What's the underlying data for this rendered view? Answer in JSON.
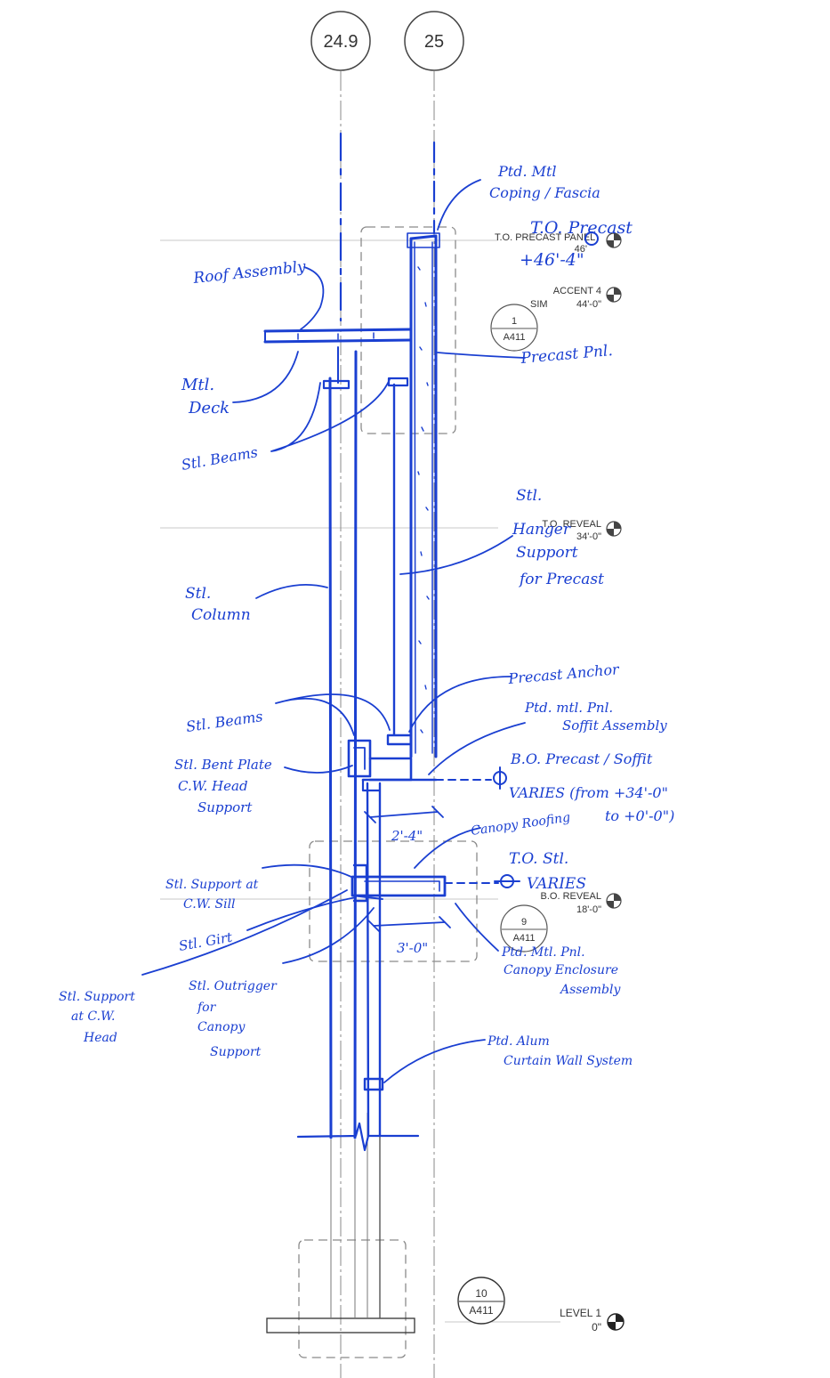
{
  "colors": {
    "ink": "#1a3fd1",
    "cad_text": "#333333",
    "cad_line": "#8a8a8a",
    "faint": "#c9c9c9"
  },
  "gridlines": [
    {
      "label": "24.9"
    },
    {
      "label": "25"
    }
  ],
  "levels": {
    "to_precast": {
      "text": "T.O. PRECAST PANEL",
      "elev": "46'"
    },
    "accent": {
      "text": "ACCENT 4",
      "sim": "SIM",
      "elev": "44'-0\""
    },
    "to_reveal": {
      "text": "T.O. REVEAL",
      "elev": "34'-0\""
    },
    "bo_reveal": {
      "text": "B.O. REVEAL",
      "elev": "18'-0\""
    },
    "level1": {
      "text": "LEVEL 1",
      "elev": "0\""
    }
  },
  "detail_tags": [
    {
      "num": "1",
      "sheet": "A411"
    },
    {
      "num": "9",
      "sheet": "A411"
    },
    {
      "num": "10",
      "sheet": "A411"
    }
  ],
  "annotations": {
    "coping": [
      "Ptd. Mtl",
      "Coping / Fascia"
    ],
    "to_precast": [
      "T.O. Precast",
      "+46'-4\""
    ],
    "roof": [
      "Roof Assembly"
    ],
    "precast_pnl": [
      "Precast Pnl."
    ],
    "deck": [
      "Mtl.",
      "Deck"
    ],
    "beams_top": [
      "Stl. Beams"
    ],
    "hanger": [
      "Stl.",
      "Hanger",
      "Support",
      "for Precast"
    ],
    "column": [
      "Stl.",
      "Column"
    ],
    "precast_anchor": [
      "Precast Anchor"
    ],
    "soffit": [
      "Ptd. mtl. Pnl.",
      "Soffit Assembly"
    ],
    "beams_low": [
      "Stl. Beams"
    ],
    "bent_plate": [
      "Stl. Bent Plate",
      "C.W. Head",
      "Support"
    ],
    "bo_precast": [
      "B.O. Precast / Soffit",
      "VARIES (from +34'-0\"",
      "to +0'-0\")"
    ],
    "dim1": [
      "2'-4\""
    ],
    "canopy_roofing": [
      "Canopy Roofing"
    ],
    "to_stl": [
      "T.O. Stl.",
      "VARIES"
    ],
    "support_sill": [
      "Stl. Support at",
      "C.W. Sill"
    ],
    "girt": [
      "Stl. Girt"
    ],
    "dim2": [
      "3'-0\""
    ],
    "canopy_enclosure": [
      "Ptd. Mtl. Pnl.",
      "Canopy Enclosure",
      "Assembly"
    ],
    "support_head": [
      "Stl. Support",
      "at C.W.",
      "Head"
    ],
    "outrigger": [
      "Stl. Outrigger",
      "for",
      "Canopy",
      "Support"
    ],
    "curtain_wall": [
      "Ptd. Alum",
      "Curtain Wall System"
    ]
  }
}
